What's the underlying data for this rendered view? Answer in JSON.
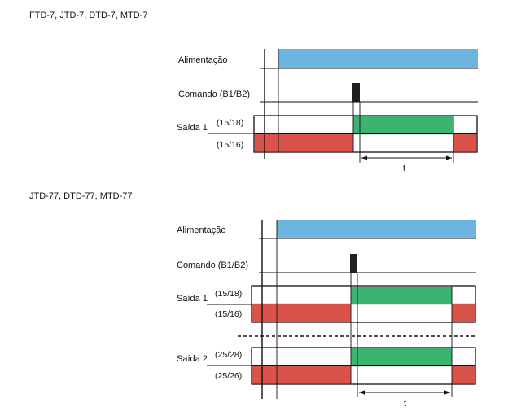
{
  "diagram1": {
    "title": "FTD-7, JTD-7, DTD-7, MTD-7",
    "rows": {
      "power": "Alimentação",
      "command": "Comando (B1/B2)",
      "output1": "Saída 1",
      "output1_nc": "(15/18)",
      "output1_no": "(15/16)"
    },
    "time_label": "t"
  },
  "diagram2": {
    "title": "JTD-77, DTD-77, MTD-77",
    "rows": {
      "power": "Alimentação",
      "command": "Comando (B1/B2)",
      "output1": "Saída 1",
      "output1_nc": "(15/18)",
      "output1_no": "(15/16)",
      "output2": "Saída 2",
      "output2_nc": "(25/28)",
      "output2_no": "(25/26)"
    },
    "time_label": "t"
  },
  "colors": {
    "power": "#6EB4E0",
    "on": "#3CB371",
    "off": "#D9534B",
    "pulse": "#231F20",
    "line": "#111111"
  }
}
